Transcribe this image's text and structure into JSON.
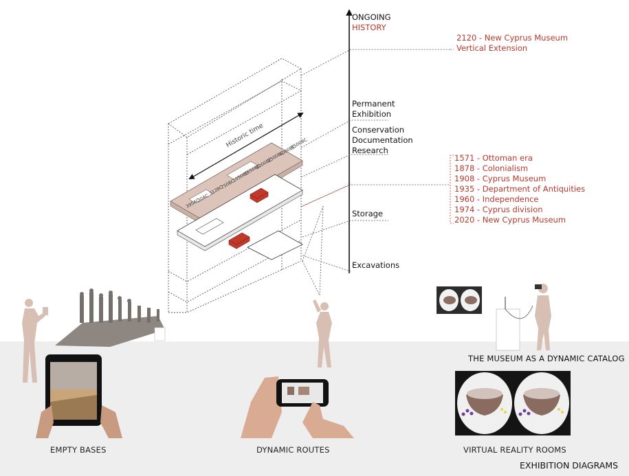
{
  "axis": {
    "top_label": "ONGOING",
    "top_label_accent": "HISTORY",
    "levels": [
      {
        "label_lines": [
          "Permanent",
          "Exhibition"
        ]
      },
      {
        "label_lines": [
          "Conservation",
          "Documentation",
          "Research"
        ]
      },
      {
        "label_lines": [
          "Storage"
        ]
      },
      {
        "label_lines": [
          "Excavations"
        ]
      }
    ]
  },
  "future_extension": [
    "2120 - New Cyprus Museum",
    "Vertical Extension"
  ],
  "timeline": [
    "1571 - Ottoman era",
    "1878 - Colonialism",
    "1908 - Cyprus Museum",
    "1935 - Department of Antiquities",
    "1960 - Independence",
    "1974 - Cyprus division",
    "2020 - New Cyprus Museum"
  ],
  "historic_time_label": "Historic time",
  "bce_marks": [
    "5500BC",
    "4000BC",
    "2500BC",
    "2000BC",
    "1650BC",
    "1050BC",
    "750BC",
    "312BC",
    "30AC",
    "395AC"
  ],
  "captions": {
    "dynamic_catalog": "THE MUSEUM AS A DYNAMIC CATALOG",
    "empty_bases": "EMPTY BASES",
    "dynamic_routes": "DYNAMIC ROUTES",
    "vr_rooms": "VIRTUAL REALITY ROOMS"
  },
  "figure_title": "EXHIBITION DIAGRAMS",
  "colors": {
    "accent": "#b5392c",
    "figure": "#d8bfb3",
    "brick": "#c0392b",
    "floor": "#eeeeee"
  }
}
